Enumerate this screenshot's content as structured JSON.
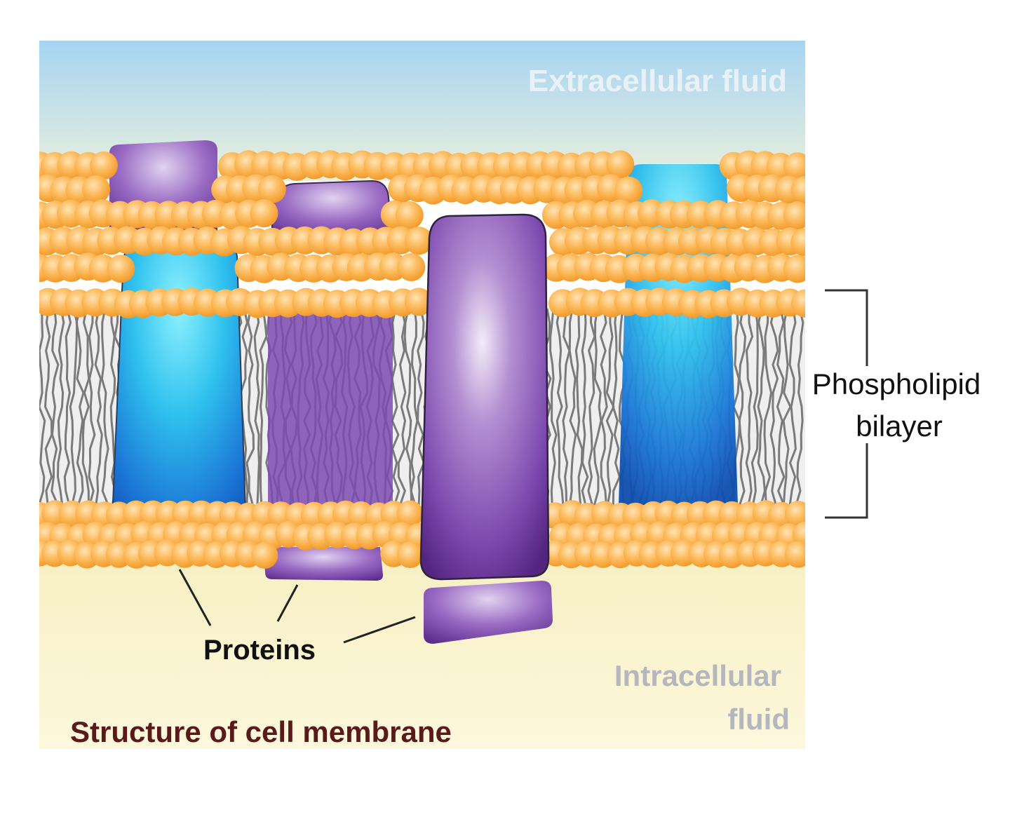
{
  "labels": {
    "extracellular": "Extracellular fluid",
    "intracellular_line1": "Intracellular",
    "intracellular_line2": "fluid",
    "bilayer_line1": "Phospholipid",
    "bilayer_line2": "bilayer",
    "proteins": "Proteins",
    "caption": "Structure of cell membrane"
  },
  "colors": {
    "extracellular_top": "#a9d6f2",
    "extracellular_bottom": "#f3eccf",
    "intracellular": "#fbf4c6",
    "lipid_head": "#fbb454",
    "lipid_head_highlight": "#ffe0ad",
    "lipid_tail": "#7a7a7a",
    "protein_purple": "#6f3fa3",
    "protein_purple_light": "#efe3f7",
    "protein_blue": "#1a6fd6",
    "protein_blue_light": "#55d6f4",
    "caption": "#5a1a1a",
    "faded_label": "#b6b6bf",
    "callout_line": "#222222"
  }
}
